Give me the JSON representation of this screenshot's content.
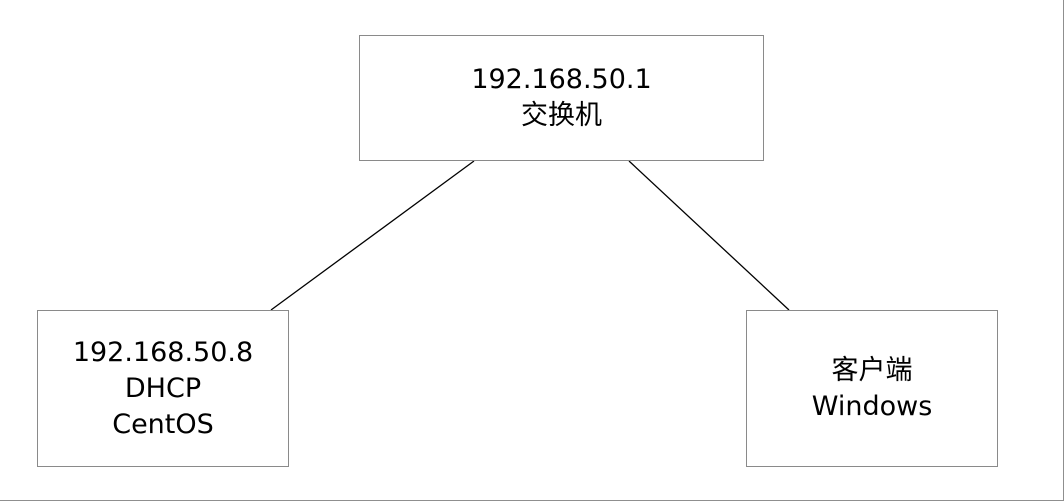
{
  "nodes": {
    "switch": {
      "lines": [
        "192.168.50.1",
        "交换机"
      ]
    },
    "dhcp": {
      "lines": [
        "192.168.50.8",
        "DHCP",
        "CentOS"
      ]
    },
    "client": {
      "lines": [
        "客户端",
        "Windows"
      ]
    }
  },
  "edges": [
    {
      "from": "switch",
      "to": "dhcp"
    },
    {
      "from": "switch",
      "to": "client"
    }
  ],
  "colors": {
    "box_border": "#8a8a8a",
    "line": "#000000",
    "background": "#ffffff"
  }
}
